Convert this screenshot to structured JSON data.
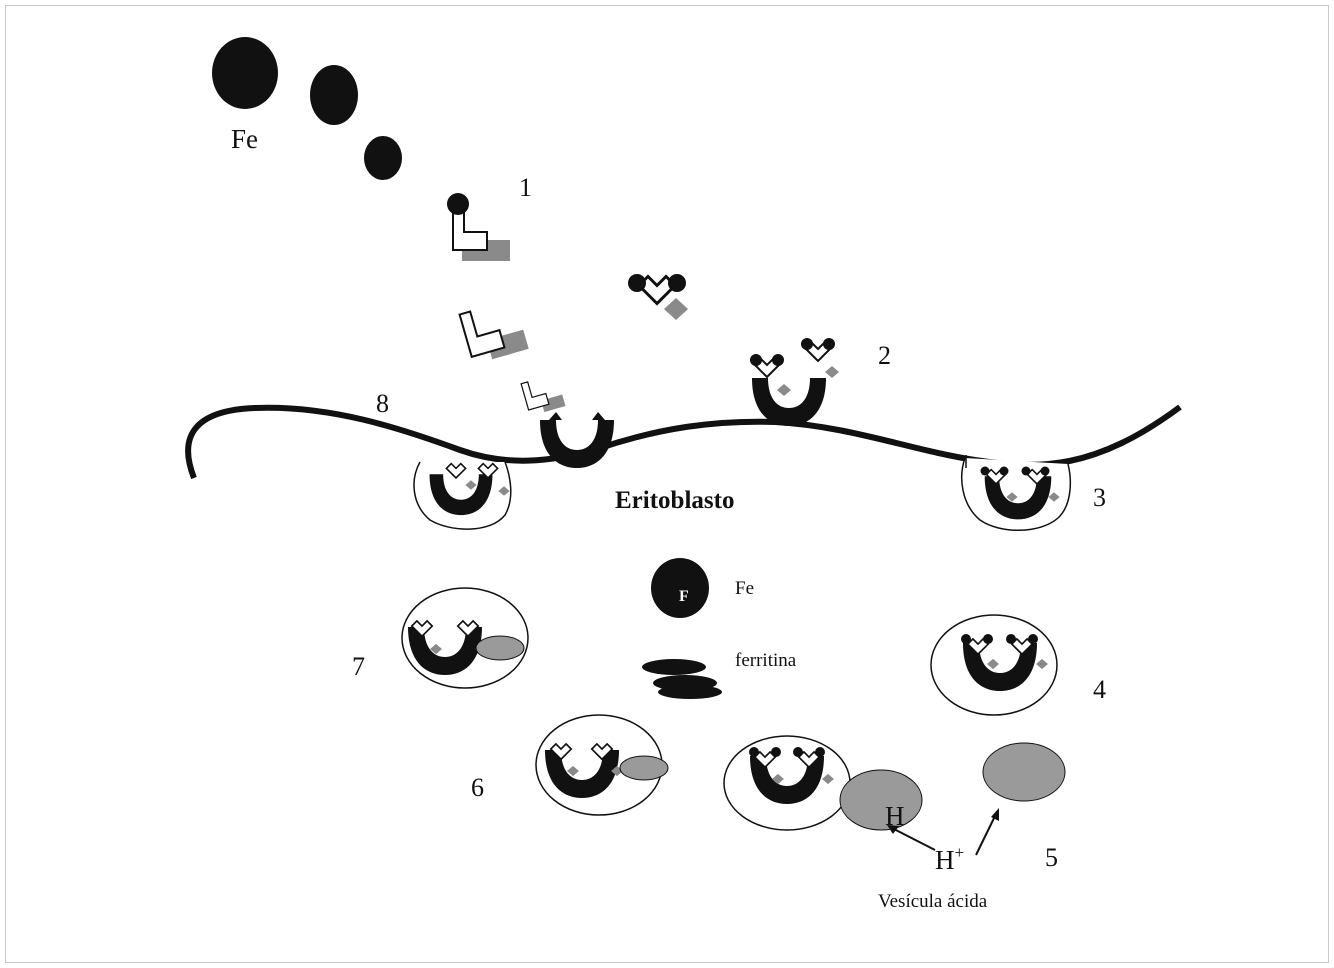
{
  "labels": {
    "fe_top": "Fe",
    "step1": "1",
    "step2": "2",
    "step3": "3",
    "step4": "4",
    "step5": "5",
    "step6": "6",
    "step7": "7",
    "step8": "8",
    "cell": "Eritoblasto",
    "ferritin_core_letter": "F",
    "legend_fe": "Fe",
    "legend_ferritin": "ferritina",
    "vesicle_h": "H",
    "proton": "H",
    "proton_sup": "+",
    "acid_vesicle": "Vesícula ácida"
  },
  "colors": {
    "ink": "#111111",
    "protein_grey": "#8a8a8a",
    "vesicle_grey": "#9a9a9a",
    "outline": "#222222"
  }
}
